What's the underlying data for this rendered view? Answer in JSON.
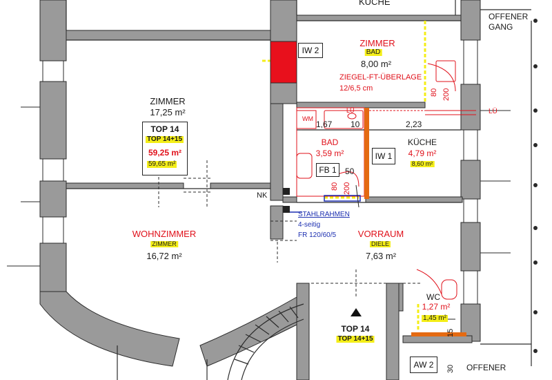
{
  "colors": {
    "wall": "#9a9a9a",
    "line": "#2a2a2a",
    "red": "#e0101a",
    "blue": "#1c2fb0",
    "highlight": "#f4ee18",
    "orange": "#e46a12",
    "red_block": "#e8101c"
  },
  "rooms": {
    "kueche_top": {
      "name": "KÜCHE"
    },
    "offener_gang": {
      "line1": "OFFENER",
      "line2": "GANG"
    },
    "zimmer_top": {
      "old_name": "ZIMMER",
      "new_name": "BAD",
      "area": "8,00 m²",
      "note": "ZIEGEL-FT-ÜBERLAGE",
      "note2": "12/6,5 cm"
    },
    "zimmer_left": {
      "name": "ZIMMER",
      "area": "17,25 m²"
    },
    "bad": {
      "name": "BAD",
      "area": "3,59 m²"
    },
    "kueche": {
      "name": "KÜCHE",
      "area": "4,79 m²",
      "area_new": "8,60 m²"
    },
    "wohnzimmer": {
      "name": "WOHNZIMMER",
      "new_name": "ZIMMER",
      "area": "16,72 m²"
    },
    "vorraum": {
      "name": "VORRAUM",
      "new_name": "DIELE",
      "area": "7,63 m²"
    },
    "wc": {
      "name": "WC",
      "area": "1,27 m²",
      "area_new": "1,45 m²"
    },
    "offener_bottom": {
      "name": "OFFENER"
    }
  },
  "tops": {
    "main": {
      "top": "TOP 14",
      "merged": "TOP 14+15",
      "area": "59,25 m²",
      "area_new": "59,65 m²"
    },
    "stair": {
      "top": "TOP 14",
      "merged": "TOP 14+15"
    }
  },
  "tags": {
    "iw2": "IW 2",
    "iw1": "IW 1",
    "fb1": "FB 1",
    "aw2": "AW 2",
    "nk": "NK",
    "wm": "WM",
    "lue1": "LÜ",
    "lue2": "LÜ"
  },
  "dimensions": {
    "d167": "1,67",
    "d10": "10",
    "d223": "2,23",
    "d50": "50",
    "d80a": "80",
    "d200a": "200",
    "d80b": "80",
    "d200b": "200",
    "d15": "15",
    "d30": "30"
  },
  "stahlrahmen": {
    "line1": "STAHLRAHMEN",
    "line2": "4-seitig",
    "line3": "FR 120/60/5"
  }
}
